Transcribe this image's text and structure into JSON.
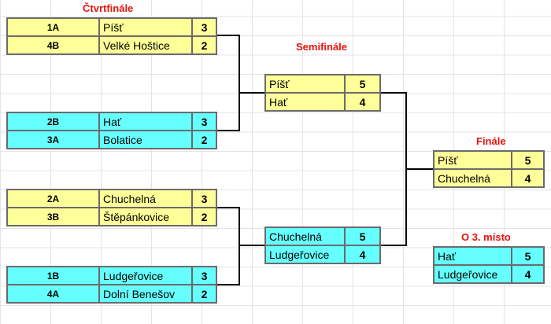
{
  "headings": {
    "quarterfinal": "Čtvrtfinále",
    "semifinal": "Semifinále",
    "final": "Finále",
    "third_place": "O 3. místo"
  },
  "colors": {
    "yellow": "#ffff99",
    "cyan": "#66ffff",
    "heading_red": "#e8120c"
  },
  "quarterfinals": [
    {
      "color": "yellow",
      "teams": [
        {
          "seed": "1A",
          "name": "Píšť",
          "score": "3"
        },
        {
          "seed": "4B",
          "name": "Velké Hoštice",
          "score": "2"
        }
      ]
    },
    {
      "color": "cyan",
      "teams": [
        {
          "seed": "2B",
          "name": "Hať",
          "score": "3"
        },
        {
          "seed": "3A",
          "name": "Bolatice",
          "score": "2"
        }
      ]
    },
    {
      "color": "yellow",
      "teams": [
        {
          "seed": "2A",
          "name": "Chuchelná",
          "score": "3"
        },
        {
          "seed": "3B",
          "name": "Štěpánkovice",
          "score": "2"
        }
      ]
    },
    {
      "color": "cyan",
      "teams": [
        {
          "seed": "1B",
          "name": "Ludgeřovice",
          "score": "3"
        },
        {
          "seed": "4A",
          "name": "Dolní Benešov",
          "score": "2"
        }
      ]
    }
  ],
  "semifinals": [
    {
      "color": "yellow",
      "teams": [
        {
          "name": "Píšť",
          "score": "5"
        },
        {
          "name": "Hať",
          "score": "4"
        }
      ]
    },
    {
      "color": "cyan",
      "teams": [
        {
          "name": "Chuchelná",
          "score": "5"
        },
        {
          "name": "Ludgeřovice",
          "score": "4"
        }
      ]
    }
  ],
  "final": {
    "color": "yellow",
    "teams": [
      {
        "name": "Píšť",
        "score": "5"
      },
      {
        "name": "Chuchelná",
        "score": "4"
      }
    ]
  },
  "third_place": {
    "color": "cyan",
    "teams": [
      {
        "name": "Hať",
        "score": "5"
      },
      {
        "name": "Ludgeřovice",
        "score": "4"
      }
    ]
  }
}
